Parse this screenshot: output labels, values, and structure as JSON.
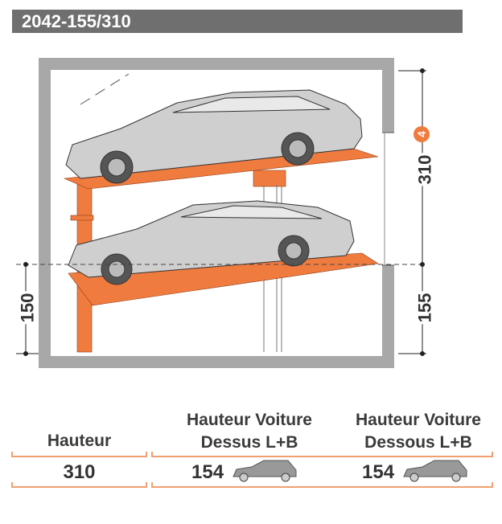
{
  "header": {
    "title": "2042-155/310"
  },
  "diagram": {
    "dim_total": "310",
    "dim_lower_right": "155",
    "dim_lower_left": "150",
    "badge": "4",
    "colors": {
      "platform": "#f07b3f",
      "wall": "#a8a8a8",
      "header": "#6f6f6f",
      "badge": "#f07b3f"
    }
  },
  "table": {
    "columns": [
      {
        "label": "Hauteur",
        "value": "310"
      },
      {
        "label_line1": "Hauteur Voiture",
        "label_line2": "Dessus  L+B",
        "value": "154",
        "icon": "station-wagon-icon"
      },
      {
        "label_line1": "Hauteur Voiture",
        "label_line2": "Dessous  L+B",
        "value": "154",
        "icon": "station-wagon-icon"
      }
    ]
  }
}
